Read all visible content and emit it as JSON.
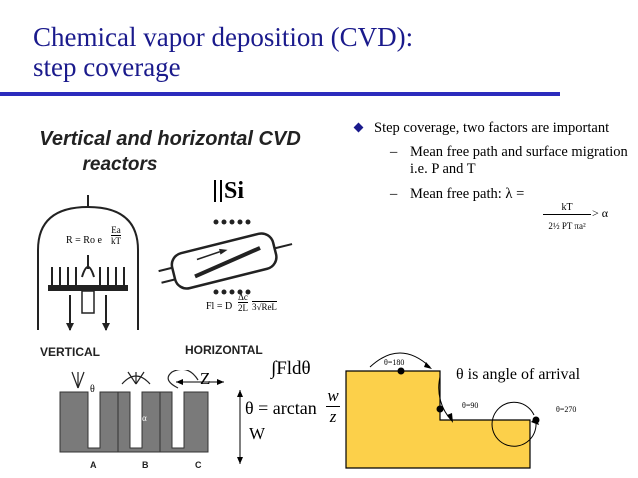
{
  "slide": {
    "title_line1": "Chemical vapor deposition (CVD):",
    "title_line2": "step coverage"
  },
  "bullets": {
    "main": "Step coverage, two factors are important",
    "sub1": "Mean free path and surface migration i.e. P and T",
    "sub2_prefix": "Mean free path: λ =",
    "dash": "–",
    "frac_num": "kT",
    "frac_den": "2½ PT πa²",
    "suffix": "> α"
  },
  "left_figure": {
    "heading_line1": "Vertical and horizontal CVD",
    "heading_line2": "reactors",
    "si_label": "Si",
    "rate_eq": "R = Ro e",
    "exp_num": "Ea",
    "exp_den": "kT",
    "flux_eq": "Fl = D",
    "flux_num": "Δc",
    "flux_den": "2L",
    "flux_tail": "3√ReL",
    "label_vertical": "VERTICAL",
    "label_horizontal": "HORIZONTAL",
    "label_theta": "θ",
    "label_alpha": "α",
    "label_A": "A",
    "label_B": "B",
    "label_C": "C"
  },
  "middle": {
    "integral": "∫Fldθ",
    "theta_eq": "θ = arctan",
    "w_num": "w",
    "z_den": "z",
    "Z": "Z",
    "W": "W"
  },
  "right_figure": {
    "angle_180": "θ=180",
    "angle_90": "θ=90",
    "angle_270": "θ=270",
    "caption": "θ is angle of arrival",
    "fill_color": "#fcd04a"
  }
}
